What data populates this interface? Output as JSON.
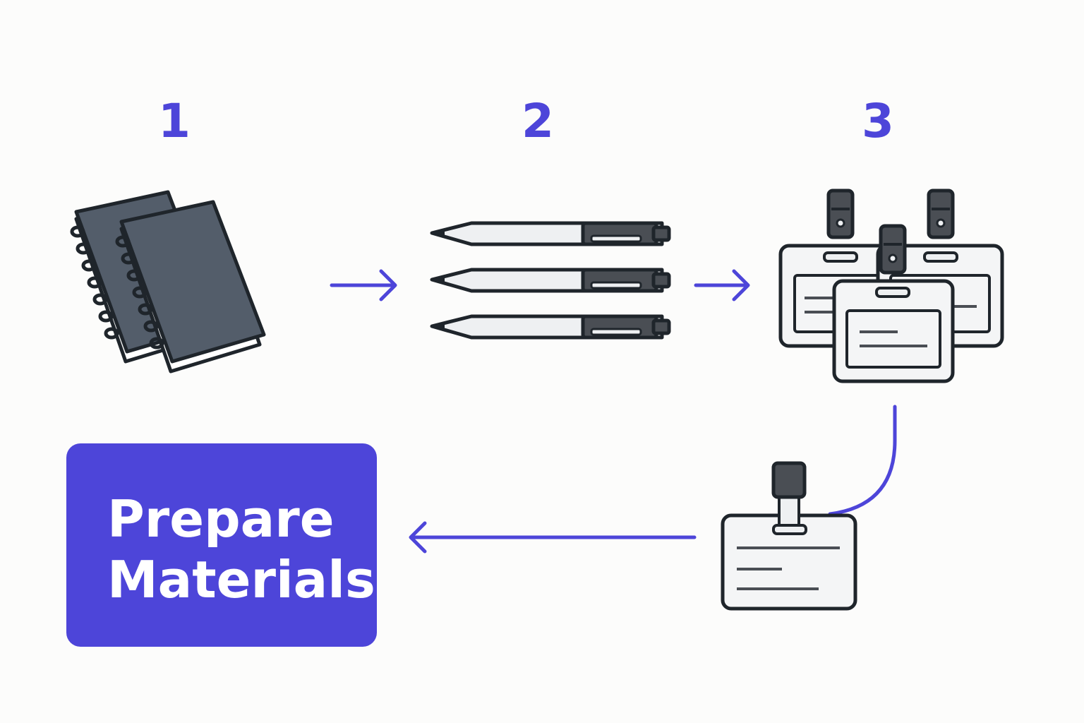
{
  "colors": {
    "accent": "#4d45d9",
    "ink": "#1f252b",
    "cover": "#535d6a",
    "clip": "#4a4e54",
    "paper": "#eef0f2",
    "background": "#fcfcfb"
  },
  "steps": [
    {
      "number": "1",
      "icon": "notebooks-icon"
    },
    {
      "number": "2",
      "icon": "pens-icon"
    },
    {
      "number": "3",
      "icon": "badges-icon"
    }
  ],
  "result": {
    "icon": "badge-icon",
    "label_line1": "Prepare",
    "label_line2": "Materials"
  }
}
